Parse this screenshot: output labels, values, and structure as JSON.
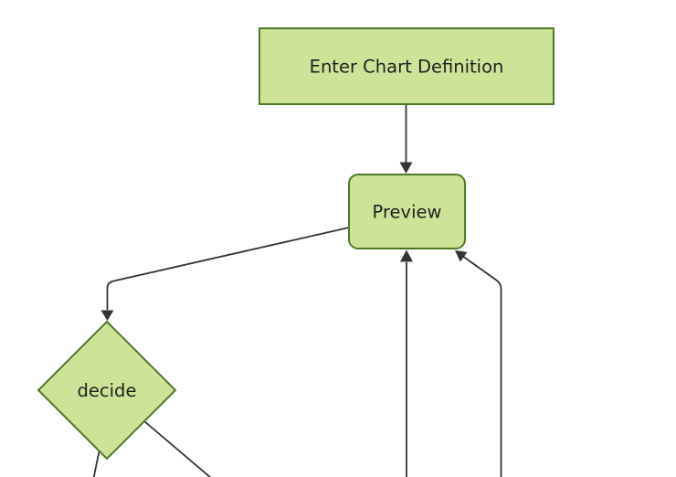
{
  "diagram": {
    "kind": "flowchart",
    "orientation": "top-down",
    "background": "#ffffff",
    "colors": {
      "node_fill": "#cde498",
      "node_stroke": "#4e7a28",
      "edge_stroke": "#333333",
      "arrow_fill": "#333333",
      "label_color": "#1f1f1f"
    },
    "nodes": [
      {
        "id": "A",
        "label": "Enter Chart Definition",
        "shape": "rectangle"
      },
      {
        "id": "B",
        "label": "Preview",
        "shape": "rounded-rectangle"
      },
      {
        "id": "C",
        "label": "decide",
        "shape": "diamond"
      }
    ],
    "edges": [
      {
        "from": "A",
        "to": "B",
        "arrow": true
      },
      {
        "from": "B",
        "to": "C",
        "arrow": true
      },
      {
        "from": "C",
        "to": "offscreen-bottom-left",
        "arrow": false
      },
      {
        "from": "C",
        "to": "offscreen-bottom-right",
        "arrow": false
      },
      {
        "from": "offscreen-bottom",
        "to": "B",
        "arrow": true
      },
      {
        "from": "offscreen-bottom-right",
        "to": "B",
        "arrow": true
      }
    ]
  }
}
